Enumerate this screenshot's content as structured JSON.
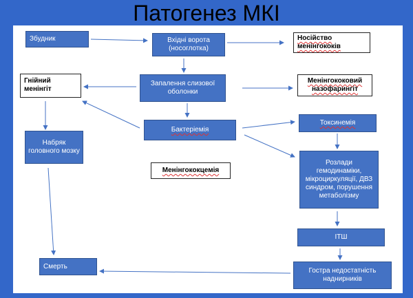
{
  "title": "Патогенез МКІ",
  "nodes": {
    "zbudnyk": "Збудник",
    "vkhidni_vorota": "Вхідні ворота (носоглотка)",
    "nosiistvo": "Носійство менінгококів",
    "hniinyi_meninhit": "Гнійний менінгіт",
    "zapalennia": "Запалення слизової оболонки",
    "nazofarynhit": "Менінгококовий назофарингіт",
    "bakteriemiia": "Бактеріемія",
    "toksynemiia": "Токсинемія",
    "nabriak": "Набряк головного мозку",
    "rozlady": "Розлади гемодинаміки, мікроциркуляції, ДВЗ синдром, порушення метаболізму",
    "meninhokokts": "Менінгококцемія",
    "itsh": "ІТШ",
    "smert": "Смерть",
    "nedostatnist": "Гостра недостатність наднирників"
  },
  "colors": {
    "background": "#3367c9",
    "node_fill": "#4472c4",
    "node_border": "#2f528f",
    "arrow": "#4472c4"
  }
}
